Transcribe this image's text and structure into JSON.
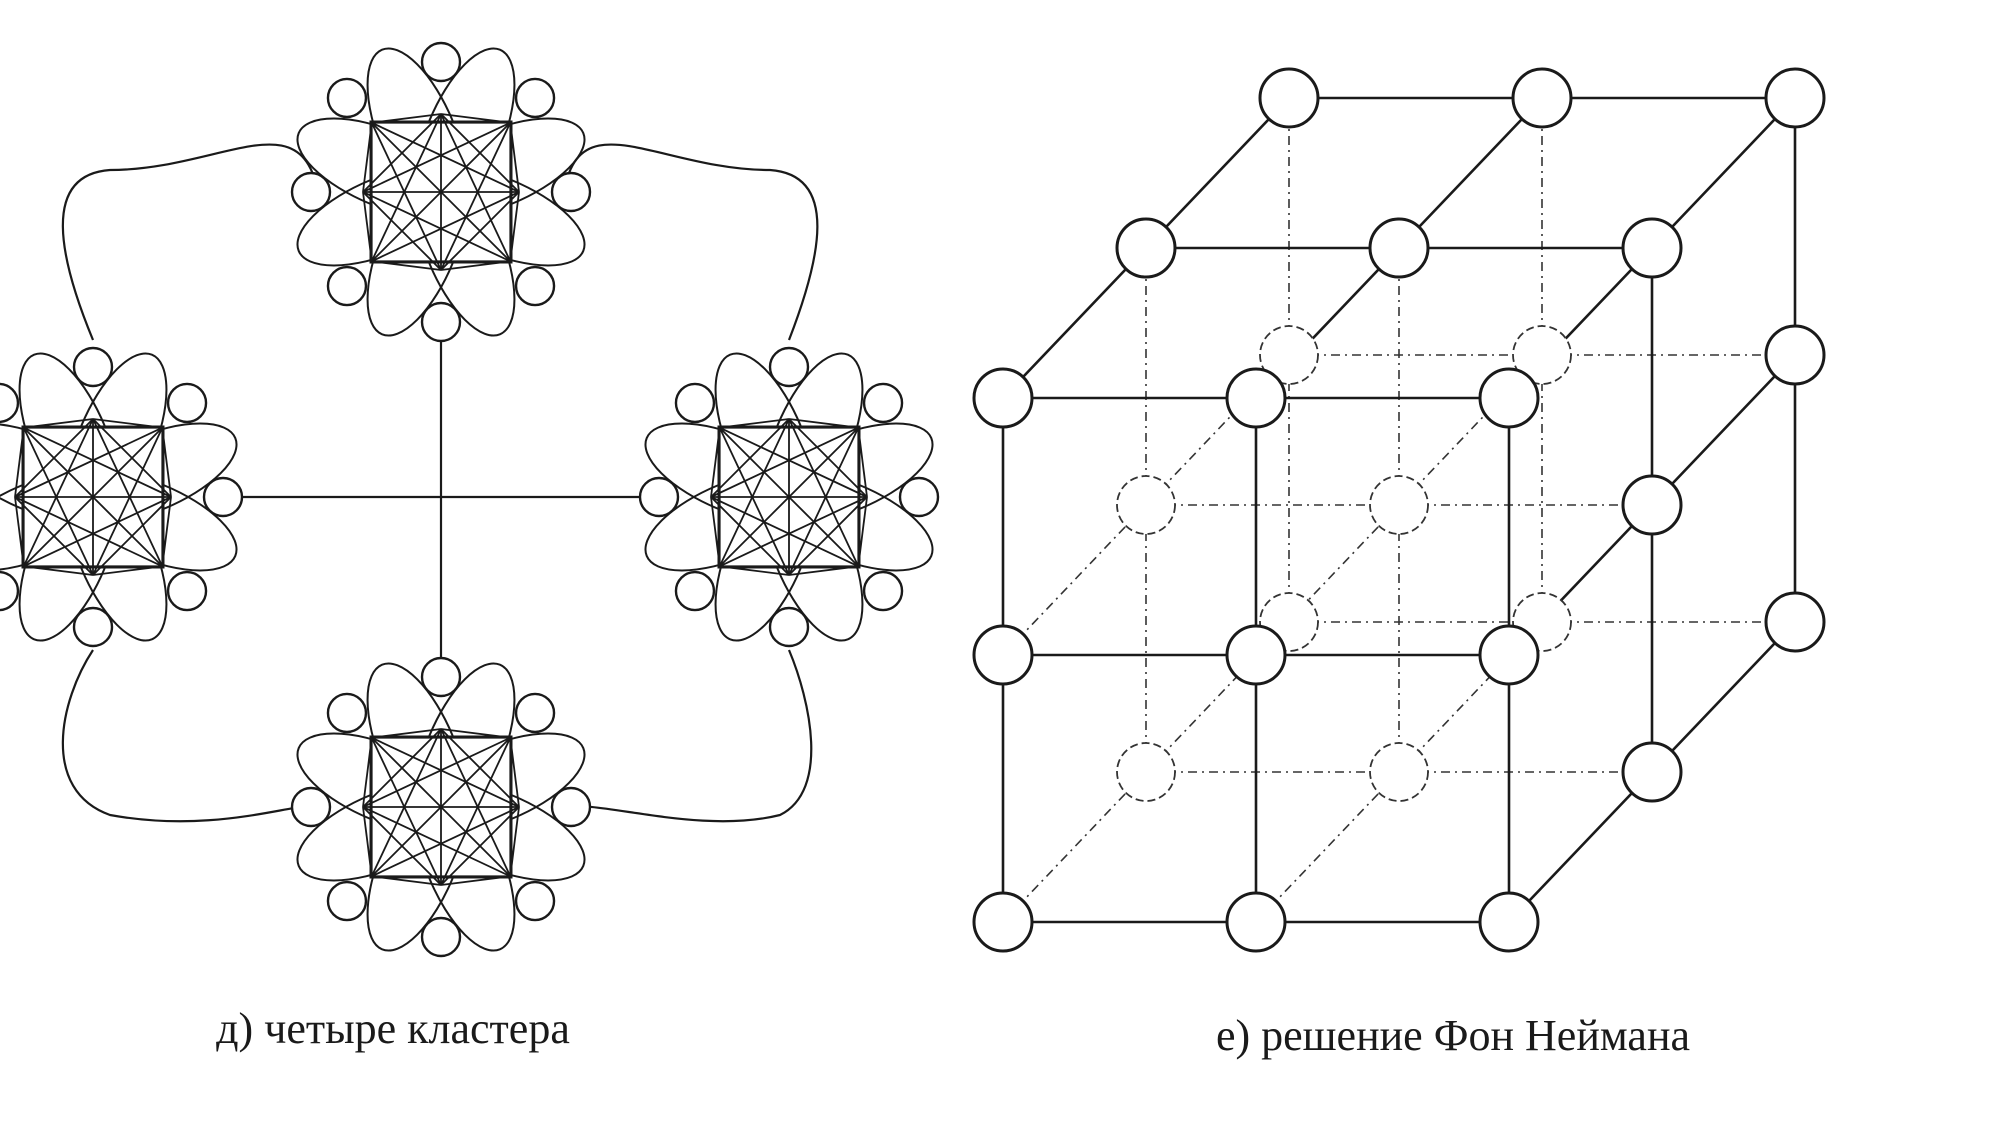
{
  "captions": {
    "left": "д) четыре кластера",
    "right": "е) решение Фон Неймана"
  },
  "colors": {
    "line": "#1a1a1a",
    "node_fill": "#ffffff",
    "hidden_line": "#333333"
  },
  "left_diagram": {
    "clusters": 4,
    "nodes_per_cluster": 8,
    "links_per_cluster": "all-to-all"
  },
  "right_diagram": {
    "grid": [
      3,
      3,
      3
    ]
  }
}
